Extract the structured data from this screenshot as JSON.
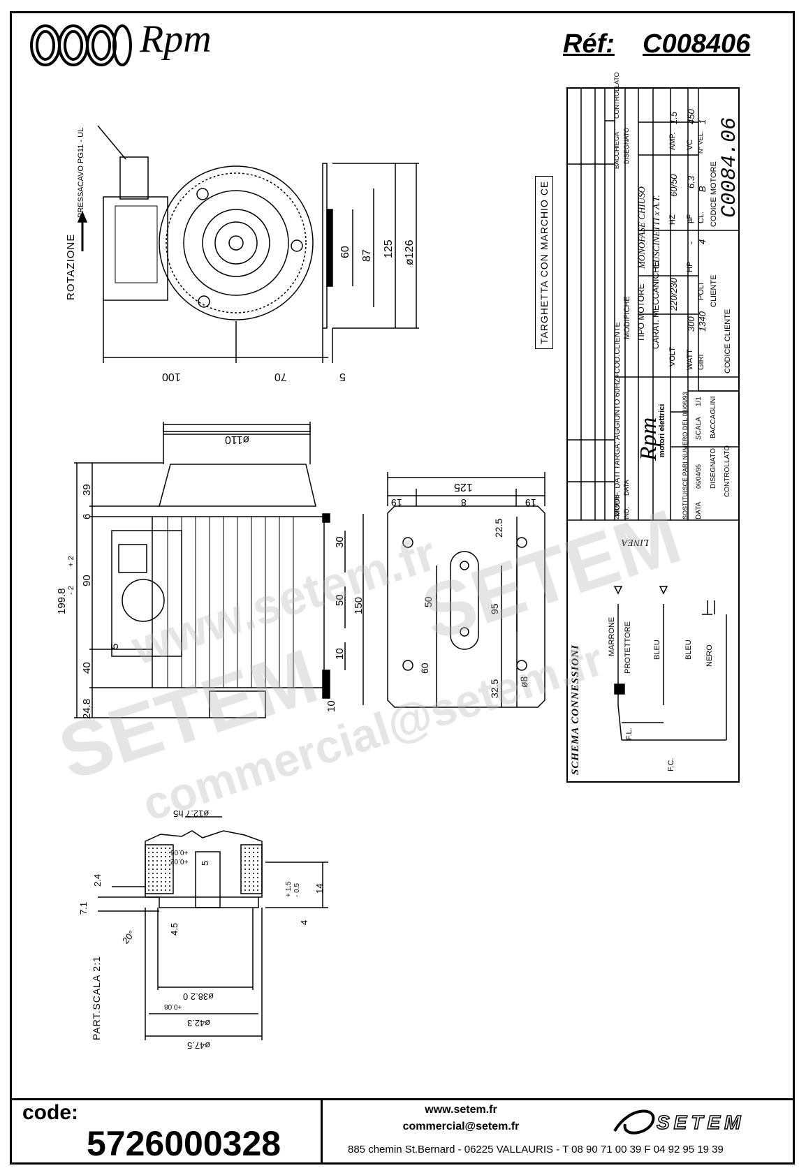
{
  "header": {
    "brand": "Rpm",
    "ref_label": "Réf:",
    "ref_value": "C008406"
  },
  "front_view": {
    "rotation_label": "ROTAZIONE",
    "cable_gland_label": "PRESSACAVO PG11 - UL",
    "dims": [
      "60",
      "87",
      "125",
      "ø126",
      "100",
      "70",
      "5"
    ]
  },
  "nameplate_note": "TARGHETTA CON MARCHIO CE",
  "side_view": {
    "dims": [
      "ø110",
      "39",
      "6",
      "90",
      "40",
      "24.8",
      "5",
      "10",
      "30",
      "50",
      "10",
      "150"
    ],
    "tolerance_top": "+ 2",
    "tolerance_main": "199.8",
    "tolerance_bottom": "- 2"
  },
  "flange_view": {
    "dims": [
      "125",
      "19",
      "8",
      "19",
      "22.5",
      "50",
      "95",
      "60",
      "32.5",
      "ø8"
    ]
  },
  "detail_view": {
    "title": "PART.SCALA 2:1",
    "dims": [
      "ø12.7 h5",
      "+0.06",
      "+0.02",
      "5",
      "2.4",
      "7.1",
      "20°",
      "4.5",
      "14",
      "+ 1.5",
      "- 0.5",
      "4",
      "ø38.2 0",
      "+0.08",
      "ø42.3",
      "ø47.5"
    ]
  },
  "title_block": {
    "revisions": [
      {
        "n": "6",
        "date": "22/09/08",
        "text": "MODIF. DATI TARGA: AGGIUNTO 60HZ+COD.CLIENTE"
      },
      {
        "n": "-",
        "date": "-",
        "text": "-"
      },
      {
        "n": "-",
        "date": "-",
        "text": "-"
      },
      {
        "n": "-",
        "date": "-",
        "text": "-"
      },
      {
        "n": "-",
        "date": "-",
        "text": "-"
      },
      {
        "n": "-",
        "date": "-",
        "text": "-"
      }
    ],
    "rev_headers": {
      "ind": "IND.",
      "data": "DATA",
      "modifiche": "MODIFICHE",
      "disegnato": "DISEGNATO",
      "controllato": "CONTROLLATO",
      "bacchiega": "BACCHIEGA"
    },
    "tipo_motore_label": "TIPO MOTORE",
    "tipo_motore": "MONOFASE CHIUSO",
    "carat_label": "CARAT. MECCANICHE",
    "carat": "CUSCINETTI x A.T.",
    "volt_label": "VOLT",
    "volt": "220/230",
    "hz_label": "HZ",
    "hz": "60/50",
    "amp_label": "AMP.",
    "amp": "1.5",
    "watt_label": "WATT",
    "watt": "300",
    "hp_label": "HP",
    "hp": "-",
    "uf_label": "µF",
    "uf": "6.3",
    "vc_label": "VC",
    "vc": "450",
    "giri_label": "GIRI",
    "giri": "1340",
    "poli_label": "POLI",
    "poli": "4",
    "cl_label": "CL.",
    "cl": "B",
    "nvel_label": "N° VEL.",
    "nvel": "1",
    "codice_motore_label": "CODICE MOTORE",
    "codice_motore": "C0084.06",
    "cliente_label": "CLIENTE",
    "codice_cliente_label": "CODICE CLIENTE",
    "brand": "Rpm",
    "brand_sub": "motori elettrici",
    "sostituisce": "SOSTITUISCE PARI NUMERO DEL 08/06/93",
    "data_label": "DATA",
    "data": "06/04/95",
    "scala_label": "SCALA",
    "scala": "1/1",
    "disegnato_label": "DISEGNATO",
    "disegnato": "BACCAGLINI",
    "controllato_label": "CONTROLLATO"
  },
  "wiring": {
    "title": "SCHEMA CONNESSIONI",
    "linea": "LINEA",
    "wires": [
      "MARRONE",
      "BLEU",
      "BLEU",
      "NERO"
    ],
    "protettore": "PROTETTORE",
    "fl": "F.L.",
    "fc": "F.C."
  },
  "watermarks": [
    "www.setem.fr",
    "SETEM",
    "SETEM",
    "commercial@setem.fr"
  ],
  "footer": {
    "code_label": "code:",
    "code_value": "5726000328",
    "website": "www.setem.fr",
    "email": "commercial@setem.fr",
    "address": "885 chemin St.Bernard  -  06225 VALLAURIS  -  T 08 90 71 00 39  F 04 92 95 19 39",
    "company_logo": "SETEM"
  }
}
